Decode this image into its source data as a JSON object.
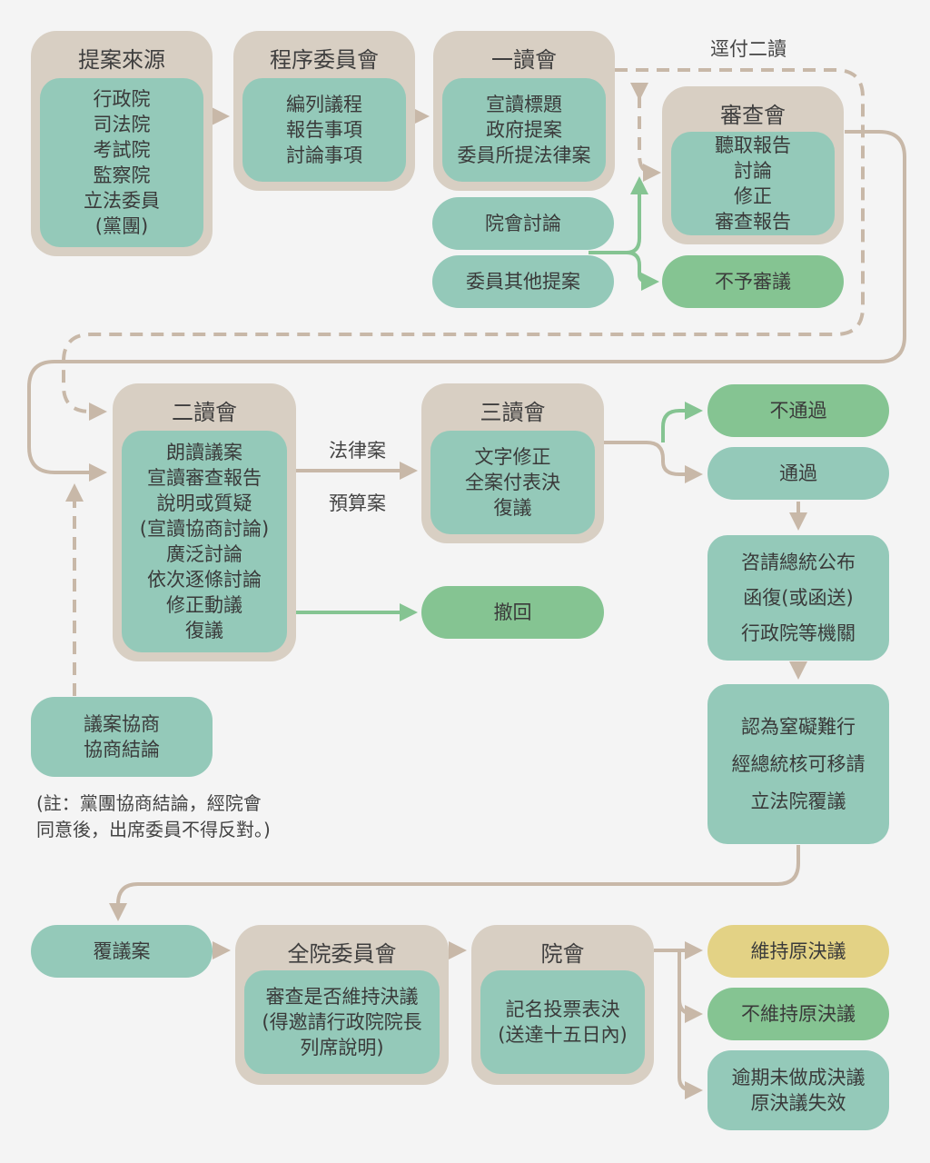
{
  "colors": {
    "background": "#f4f4f4",
    "outer_box": "#d8cfc3",
    "teal_box": "#94c9b9",
    "green_box": "#85c492",
    "yellow_box": "#e3d285",
    "arrow_brown": "#c8b8a8",
    "arrow_green": "#85c492"
  },
  "source": {
    "title": "提案來源",
    "items": [
      "行政院",
      "司法院",
      "考試院",
      "監察院",
      "立法委員",
      "(黨團)"
    ]
  },
  "procedure": {
    "title": "程序委員會",
    "items": [
      "編列議程",
      "報告事項",
      "討論事項"
    ]
  },
  "first_reading": {
    "title": "一讀會",
    "items": [
      "宣讀標題",
      "政府提案",
      "委員所提法律案"
    ]
  },
  "plenary_discussion": "院會討論",
  "other_proposals": "委員其他提案",
  "review": {
    "title": "審查會",
    "items": [
      "聽取報告",
      "討論",
      "修正",
      "審查報告"
    ]
  },
  "no_review": "不予審議",
  "direct_second": "逕付二讀",
  "second_reading": {
    "title": "二讀會",
    "items": [
      "朗讀議案",
      "宣讀審查報告",
      "說明或質疑",
      "(宣讀協商討論)",
      "廣泛討論",
      "依次逐條討論",
      "修正動議",
      "復議"
    ]
  },
  "law_label": "法律案",
  "budget_label": "預算案",
  "third_reading": {
    "title": "三讀會",
    "items": [
      "文字修正",
      "全案付表決",
      "復議"
    ]
  },
  "fail": "不通過",
  "pass": "通過",
  "withdraw": "撤回",
  "negotiation": {
    "items": [
      "議案協商",
      "協商結論"
    ]
  },
  "note": {
    "lines": [
      "(註：黨團協商結論，經院會",
      "同意後，出席委員不得反對。)"
    ]
  },
  "promulgate": {
    "items": [
      "咨請總統公布",
      "函復(或函送)",
      "行政院等機關"
    ]
  },
  "reconsider_request": {
    "items": [
      "認為窒礙難行",
      "經總統核可移請",
      "立法院覆議"
    ]
  },
  "reconsider_case": "覆議案",
  "whole_committee": {
    "title": "全院委員會",
    "items": [
      "審查是否維持決議",
      "(得邀請行政院院長",
      "列席說明)"
    ]
  },
  "plenary": {
    "title": "院會",
    "items": [
      "記名投票表決",
      "(送達十五日內)"
    ]
  },
  "maintain": "維持原決議",
  "not_maintain": "不維持原決議",
  "overdue": {
    "items": [
      "逾期未做成決議",
      "原決議失效"
    ]
  }
}
